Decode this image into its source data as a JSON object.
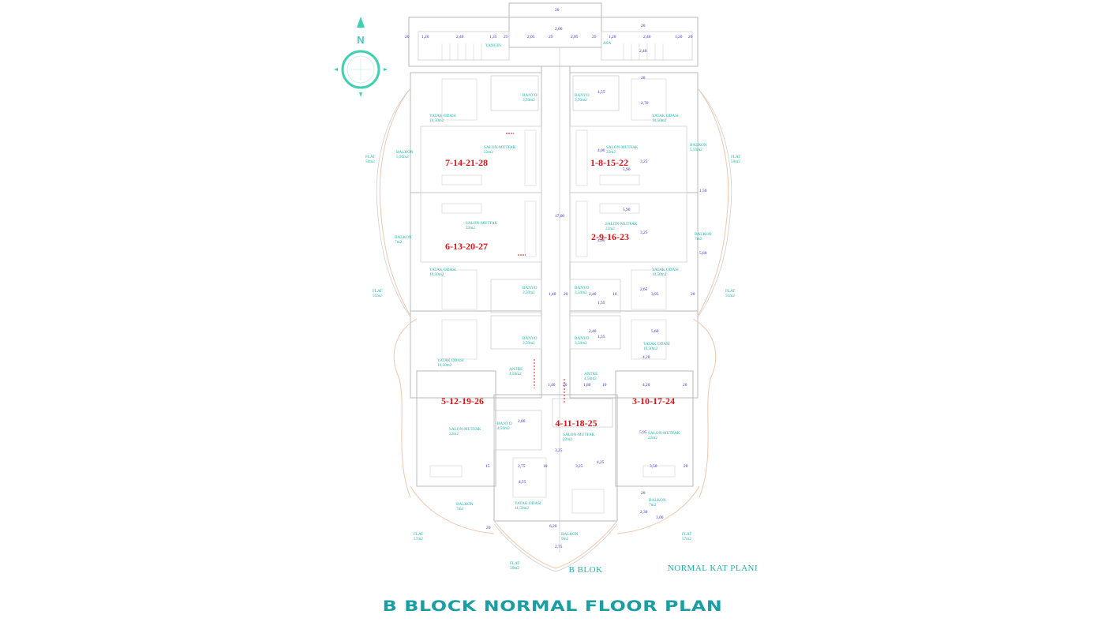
{
  "compass": {
    "north_label": "N"
  },
  "units": [
    {
      "id": "u1",
      "label": "7-14-21-28"
    },
    {
      "id": "u2",
      "label": "1-8-15-22"
    },
    {
      "id": "u3",
      "label": "6-13-20-27"
    },
    {
      "id": "u4",
      "label": "2-9-16-23"
    },
    {
      "id": "u5",
      "label": "5-12-19-26"
    },
    {
      "id": "u6",
      "label": "3-10-17-24"
    },
    {
      "id": "u7",
      "label": "4-11-18-25"
    }
  ],
  "room_labels": [
    {
      "lines": [
        "YATAK ODASI",
        "10,50m2"
      ]
    },
    {
      "lines": [
        "YATAK ODASI",
        "10,50m2"
      ]
    },
    {
      "lines": [
        "SALON-MUTFAK",
        "22m2"
      ]
    },
    {
      "lines": [
        "SALON-MUTFAK",
        "22m2"
      ]
    },
    {
      "lines": [
        "BALKON",
        "5,50m2"
      ]
    },
    {
      "lines": [
        "BALKON",
        "5,50m2"
      ]
    },
    {
      "lines": [
        "FLAT",
        "50m2"
      ]
    },
    {
      "lines": [
        "FLAT",
        "50m2"
      ]
    },
    {
      "lines": [
        "BANYO",
        "3,50m2"
      ]
    },
    {
      "lines": [
        "BANYO",
        "3,50m2"
      ]
    },
    {
      "lines": [
        "SALON-MUTFAK",
        "22m2"
      ]
    },
    {
      "lines": [
        "SALON-MUTFAK",
        "22m2"
      ]
    },
    {
      "lines": [
        "BALKON",
        "7m2"
      ]
    },
    {
      "lines": [
        "BALKON",
        "7m2"
      ]
    },
    {
      "lines": [
        "YATAK ODASI",
        "10,50m2"
      ]
    },
    {
      "lines": [
        "YATAK ODASI",
        "10,50m2"
      ]
    },
    {
      "lines": [
        "FLAT",
        "51m2"
      ]
    },
    {
      "lines": [
        "FLAT",
        "51m2"
      ]
    },
    {
      "lines": [
        "BANYO",
        "3,50m2"
      ]
    },
    {
      "lines": [
        "BANYO",
        "3,50m2"
      ]
    },
    {
      "lines": [
        "BANYO",
        "3,50m2"
      ]
    },
    {
      "lines": [
        "BANYO",
        "3,50m2"
      ]
    },
    {
      "lines": [
        "YATAK ODASI",
        "10,50m2"
      ]
    },
    {
      "lines": [
        "YATAK ODASI",
        "10,50m2"
      ]
    },
    {
      "lines": [
        "ANTRE",
        "4,50m2"
      ]
    },
    {
      "lines": [
        "ANTRE",
        "4,50m2"
      ]
    },
    {
      "lines": [
        "BANYO",
        "4,50m2"
      ]
    },
    {
      "lines": [
        "SALON-MUTFAK",
        "22m2"
      ]
    },
    {
      "lines": [
        "SALON-MUTFAK",
        "22m2"
      ]
    },
    {
      "lines": [
        "SALON-MUTFAK",
        "22m2"
      ]
    },
    {
      "lines": [
        "YATAK ODASI",
        "11,50m2"
      ]
    },
    {
      "lines": [
        "BALKON",
        "7m2"
      ]
    },
    {
      "lines": [
        "BALKON",
        "7m2"
      ]
    },
    {
      "lines": [
        "BALKON",
        "9m2"
      ]
    },
    {
      "lines": [
        "FLAT",
        "57m2"
      ]
    },
    {
      "lines": [
        "FLAT",
        "57m2"
      ]
    },
    {
      "lines": [
        "FLAT",
        "56m2"
      ]
    },
    {
      "lines": [
        "YANGIN"
      ]
    },
    {
      "lines": [
        "ASA"
      ]
    }
  ],
  "dimensions": [
    "20",
    "1,20",
    "2,40",
    "1,35",
    "25",
    "2,05",
    "25",
    "2,00",
    "2,05",
    "25",
    "1,20",
    "2,40",
    "1,20",
    "20",
    "20",
    "2,40",
    "20",
    "20",
    "2,70",
    "1,55",
    "4,00",
    "3,25",
    "5,90",
    "5,90",
    "3,25",
    "1,50",
    "4,00",
    "5,60",
    "17,00",
    "1,40",
    "20",
    "2,40",
    "10",
    "3,95",
    "20",
    "1,55",
    "2,65",
    "5,60",
    "2,40",
    "1,55",
    "4,20",
    "4,20",
    "1,40",
    "20",
    "1,80",
    "10",
    "2,00",
    "2,75",
    "4,55",
    "3,25",
    "3,25",
    "4,25",
    "3,50",
    "5,95",
    "20",
    "20",
    "20",
    "2,30",
    "3,00",
    "6,20",
    "20",
    "2,75",
    "10",
    "15"
  ],
  "plan_labels": {
    "block": "B BLOK",
    "normal_floor": "NORMAL KAT PLANI"
  },
  "footer_title": "B BLOCK NORMAL FLOOR PLAN",
  "colors": {
    "unit_label": "#e0141b",
    "room_text": "#1db3a6",
    "dimension_text": "#2d2dc8",
    "footer_title": "#1a9ea4",
    "walls": "#b9b9b9",
    "balcony_edge": "#f2c6a8"
  }
}
